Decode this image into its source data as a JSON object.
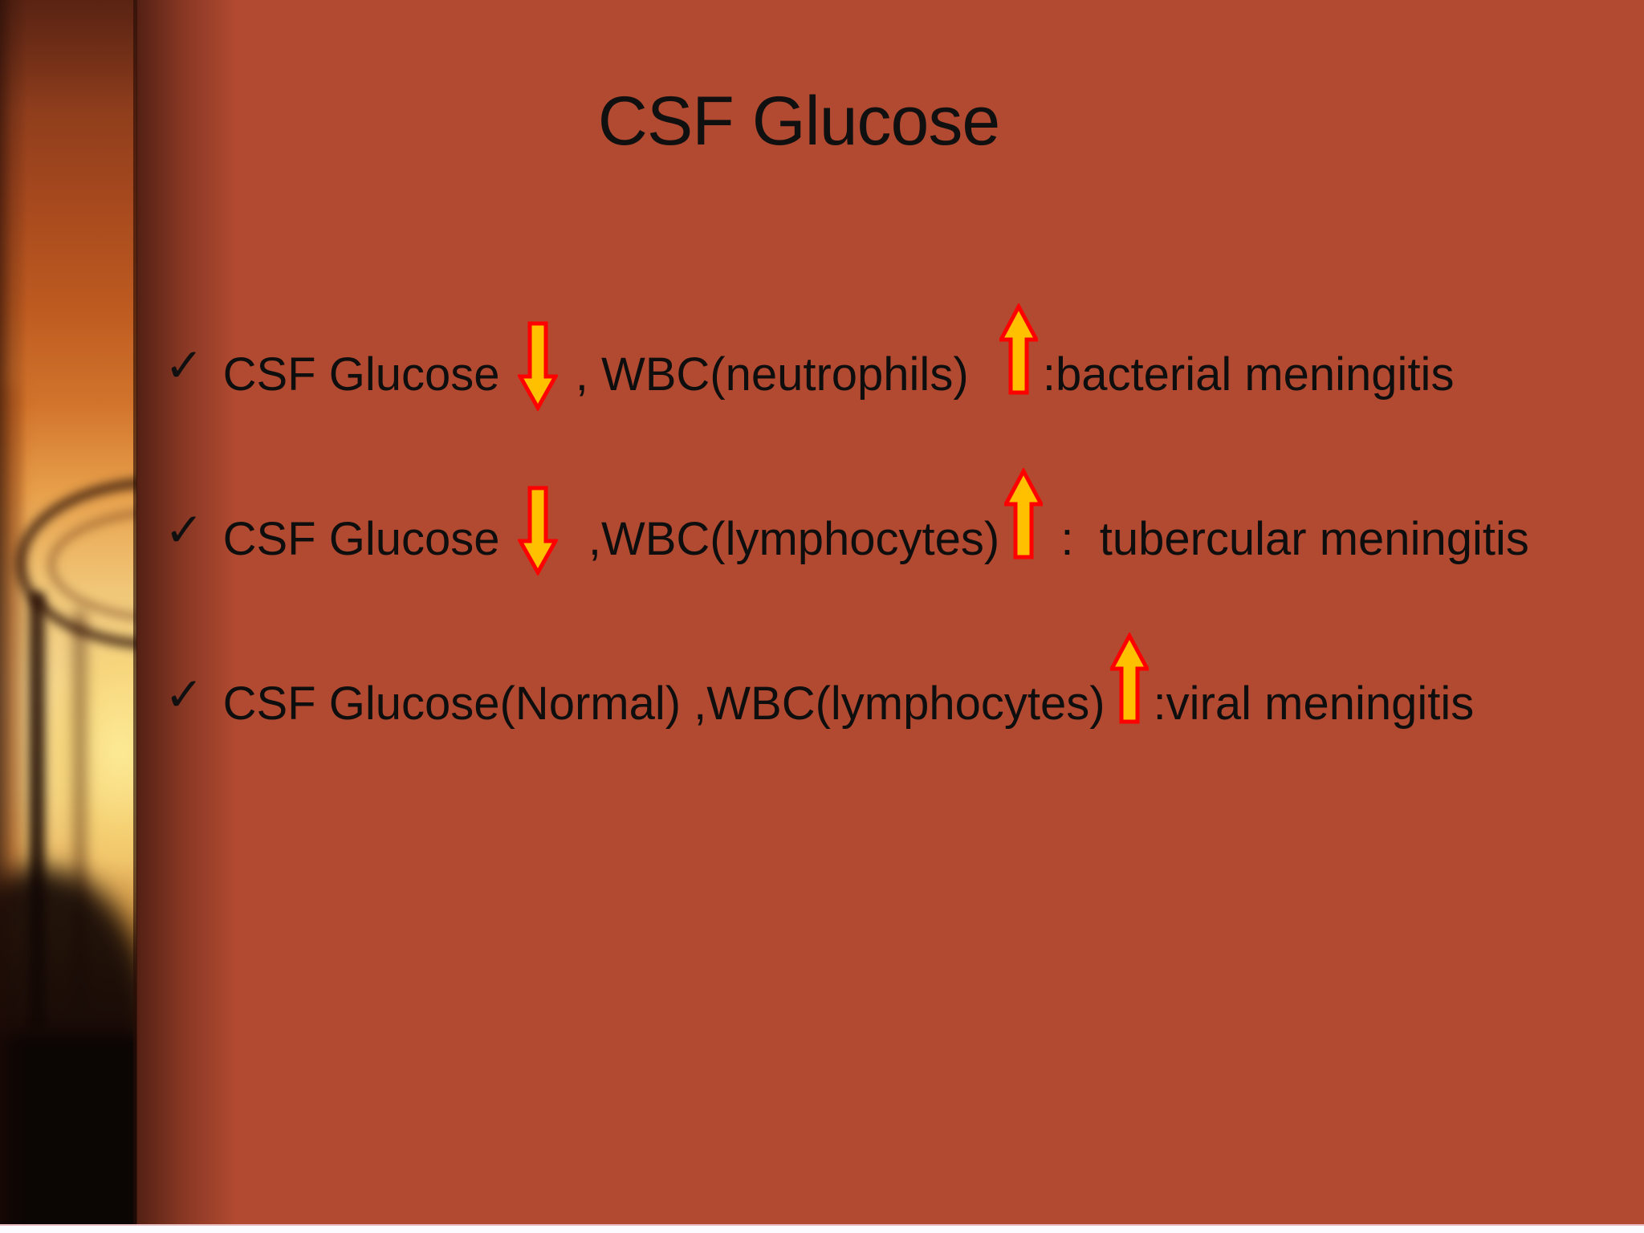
{
  "slide": {
    "title": "CSF Glucose",
    "bullets": [
      {
        "marker": "✓",
        "pre": "CSF Glucose ",
        "arrow_after_pre": "down-arrow",
        "mid": " , WBC(neutrophils)  ",
        "arrow_after_mid": "up-arrow",
        "post": ":bacterial meningitis"
      },
      {
        "marker": "✓",
        "pre": "CSF Glucose ",
        "arrow_after_pre": "down-arrow",
        "mid": "  ,WBC(lymphocytes)",
        "arrow_after_mid": "up-arrow",
        "post": " :  tubercular meningitis"
      },
      {
        "marker": "✓",
        "pre": "CSF Glucose(Normal) ,WBC(lymphocytes)",
        "arrow_after_pre": "up-arrow",
        "post": ":viral meningitis"
      }
    ],
    "icons": {
      "bullet_marker": "checkmark-icon",
      "decrease": "down-arrow-icon",
      "increase": "up-arrow-icon"
    },
    "colors": {
      "background": "#b24a31",
      "text": "#0e0e0e",
      "arrow_fill": "#ffc000",
      "arrow_outline": "#ff0000",
      "bottom_bar": "#fcfbff"
    }
  }
}
